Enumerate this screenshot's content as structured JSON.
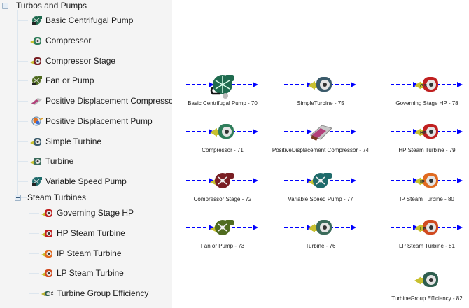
{
  "tree": {
    "groups": [
      {
        "label": "Turbos and Pumps",
        "expanded": true,
        "items": [
          {
            "label": "Basic Centrifugal Pump",
            "icon": "centrifugal-pump-icon",
            "color": "#1f6b4f"
          },
          {
            "label": "Compressor",
            "icon": "compressor-icon",
            "color": "#2e7d5a"
          },
          {
            "label": "Compressor Stage",
            "icon": "compressor-stage-icon",
            "color": "#7a1f24"
          },
          {
            "label": "Fan or Pump",
            "icon": "fan-pump-icon",
            "color": "#4f6b1f"
          },
          {
            "label": "Positive Displacement Compressor",
            "icon": "pd-compressor-icon",
            "color": "#b3407a"
          },
          {
            "label": "Positive Displacement Pump",
            "icon": "pd-pump-icon",
            "color": "#e07020"
          },
          {
            "label": "Simple Turbine",
            "icon": "simple-turbine-icon",
            "color": "#3a5a6a"
          },
          {
            "label": "Turbine",
            "icon": "turbine-icon",
            "color": "#3a6a5a"
          },
          {
            "label": "Variable Speed Pump",
            "icon": "variable-speed-pump-icon",
            "color": "#1f6b6b"
          }
        ]
      },
      {
        "label": "Steam Turbines",
        "expanded": true,
        "items": [
          {
            "label": "Governing Stage HP",
            "icon": "governing-stage-hp-icon",
            "color": "#c02020"
          },
          {
            "label": "HP Steam Turbine",
            "icon": "hp-steam-turbine-icon",
            "color": "#c02020"
          },
          {
            "label": "IP Steam Turbine",
            "icon": "ip-steam-turbine-icon",
            "color": "#e06a20"
          },
          {
            "label": "LP Steam Turbine",
            "icon": "lp-steam-turbine-icon",
            "color": "#d04a20"
          },
          {
            "label": "Turbine Group Efficiency",
            "icon": "turbine-group-efficiency-icon",
            "color": "#2e5e4e"
          }
        ]
      }
    ]
  },
  "canvas": {
    "connector_color": "#0000ff",
    "blocks": [
      {
        "label": "Basic Centrifugal Pump - 70",
        "icon": "centrifugal-pump-icon",
        "color": "#1f6b4f",
        "col": 0,
        "row": 0,
        "big": true
      },
      {
        "label": "Compressor - 71",
        "icon": "compressor-icon",
        "color": "#2e7d5a",
        "col": 0,
        "row": 1
      },
      {
        "label": "Compressor Stage - 72",
        "icon": "compressor-stage-icon",
        "color": "#7a1f24",
        "col": 0,
        "row": 2
      },
      {
        "label": "Fan or Pump - 73",
        "icon": "fan-pump-icon",
        "color": "#4f6b1f",
        "col": 0,
        "row": 3
      },
      {
        "label": "SimpleTurbine - 75",
        "icon": "simple-turbine-icon",
        "color": "#3a5a6a",
        "col": 1,
        "row": 0
      },
      {
        "label": "PositiveDisplacement Compressor - 74",
        "icon": "pd-compressor-icon",
        "color": "#b3407a",
        "col": 1,
        "row": 1
      },
      {
        "label": "Variable Speed Pump - 77",
        "icon": "variable-speed-pump-icon",
        "color": "#1f6b6b",
        "col": 1,
        "row": 2
      },
      {
        "label": "Turbine - 76",
        "icon": "turbine-icon",
        "color": "#3a6a5a",
        "col": 1,
        "row": 3
      },
      {
        "label": "Governing Stage HP - 78",
        "icon": "governing-stage-hp-icon",
        "color": "#c02020",
        "col": 2,
        "row": 0,
        "badge": "GS"
      },
      {
        "label": "HP Steam Turbine - 79",
        "icon": "hp-steam-turbine-icon",
        "color": "#c02020",
        "col": 2,
        "row": 1,
        "badge": "HP"
      },
      {
        "label": "IP Steam Turbine - 80",
        "icon": "ip-steam-turbine-icon",
        "color": "#e06a20",
        "col": 2,
        "row": 2,
        "badge": "IP"
      },
      {
        "label": "LP Steam Turbine - 81",
        "icon": "lp-steam-turbine-icon",
        "color": "#d04a20",
        "col": 2,
        "row": 3,
        "badge": "LP"
      },
      {
        "label": "TurbineGroup Efficiency - 82",
        "icon": "turbine-group-efficiency-icon",
        "color": "#2e5e4e",
        "col": 2,
        "row": 4,
        "no_connectors": true
      }
    ]
  }
}
